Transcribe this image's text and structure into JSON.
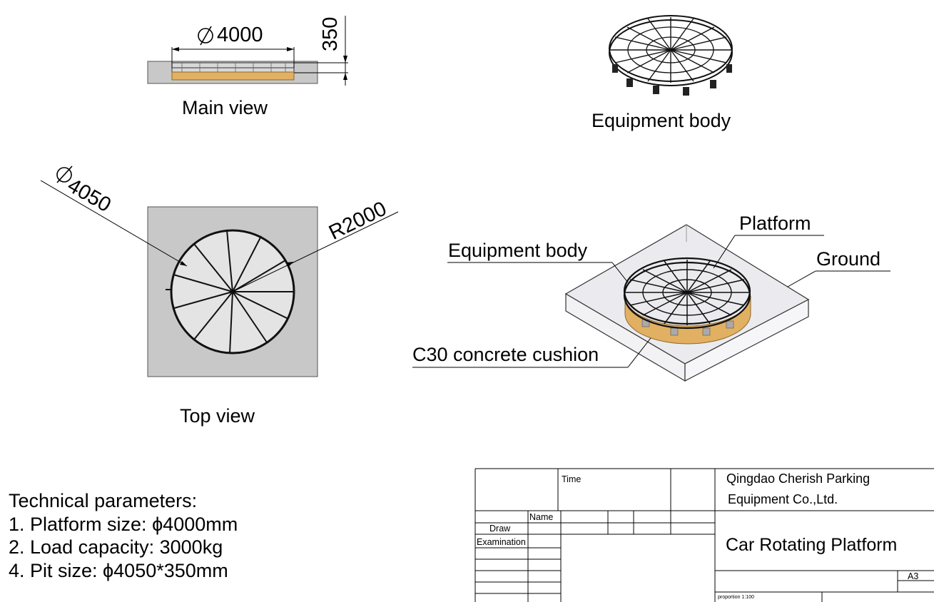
{
  "main_view": {
    "caption": "Main view",
    "diameter_label": "4000",
    "height_label": "350"
  },
  "equipment_view": {
    "caption": "Equipment body"
  },
  "top_view": {
    "caption": "Top view",
    "diameter_label": "4050",
    "radius_label": "R2000"
  },
  "iso_view": {
    "platform_label": "Platform",
    "equipment_label": "Equipment body",
    "ground_label": "Ground",
    "cushion_label": "C30 concrete cushion"
  },
  "technical": {
    "title": "Technical parameters:",
    "items": [
      "1. Platform size: ϕ4000mm",
      "2. Load capacity: 3000kg",
      "4. Pit size: ϕ4050*350mm"
    ]
  },
  "title_block": {
    "time_label": "Time",
    "name_label": "Name",
    "draw_label": "Draw",
    "examination_label": "Examination",
    "company_line1": "Qingdao Cherish Parking",
    "company_line2": "Equipment  Co.,Ltd.",
    "drawing_title": "Car Rotating Platform",
    "sheet_size": "A3",
    "proportion": "proportion  1:100"
  },
  "colors": {
    "concrete": "#c8c8c8",
    "cushion": "#e2b063",
    "ground_box": "#e8e8ee"
  },
  "icons": [
    "diameter-symbol-icon"
  ]
}
